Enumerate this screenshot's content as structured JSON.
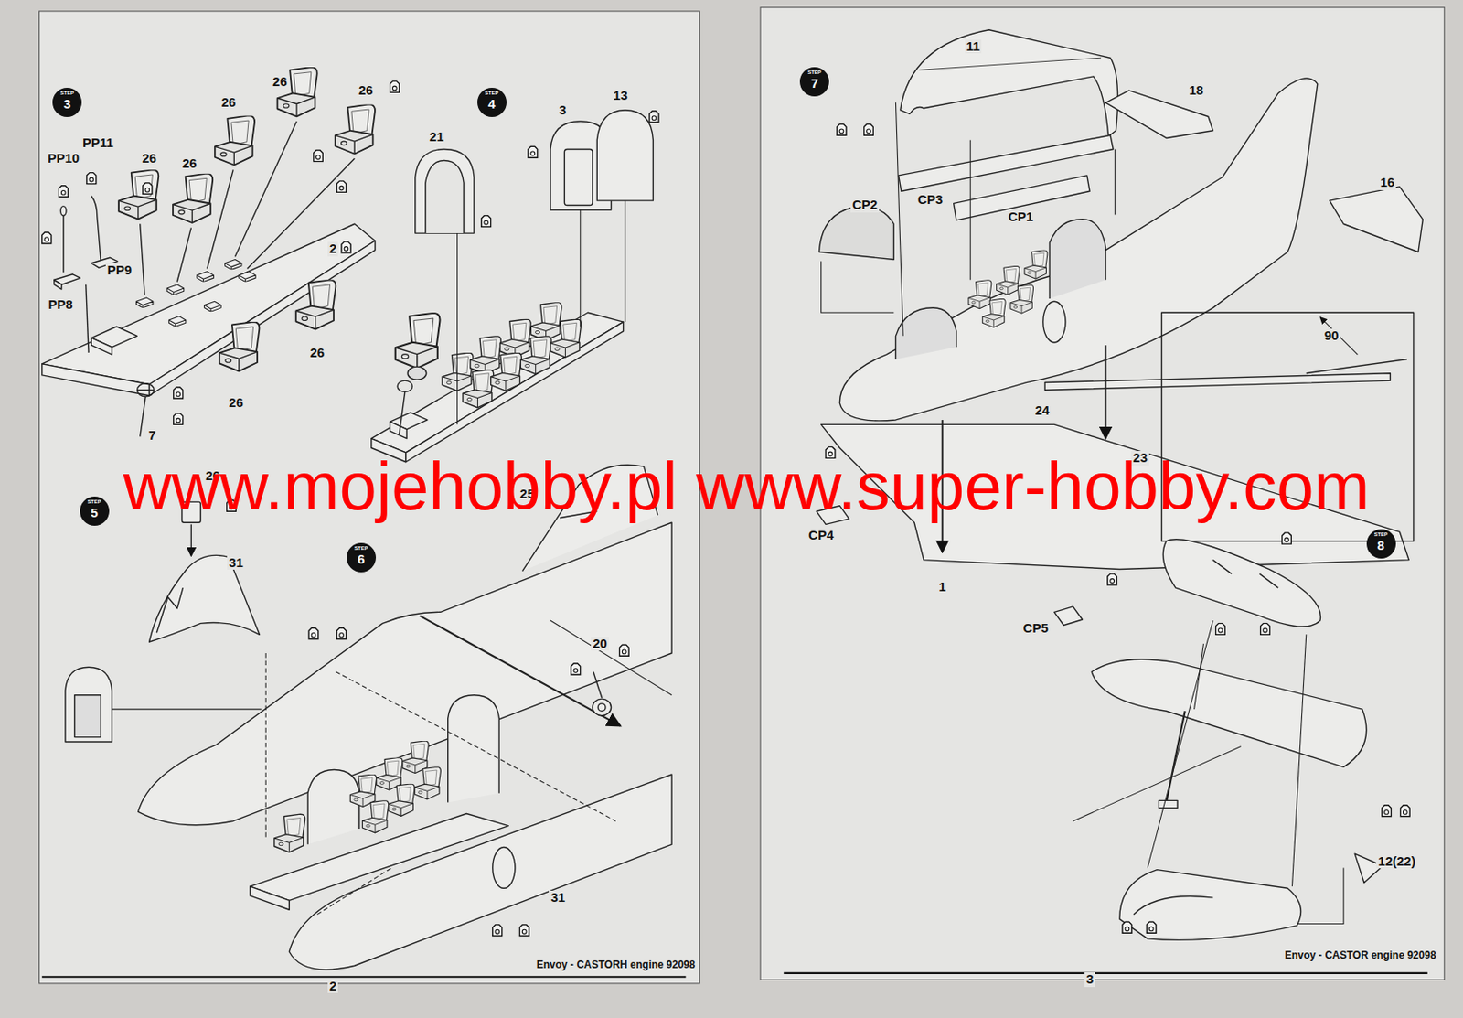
{
  "diagram": {
    "nodes": [
      {
        "text": [
          "STEP",
          "3"
        ]
      },
      {
        "text": [
          "STEP",
          "4"
        ]
      },
      {
        "text": [
          "STEP",
          "5"
        ]
      },
      {
        "text": [
          "STEP",
          "6"
        ]
      },
      {
        "text": [
          "STEP",
          "7"
        ]
      },
      {
        "text": [
          "STEP",
          "8"
        ]
      }
    ],
    "labels": [
      "PP10",
      "PP11",
      "26",
      "26",
      "26",
      "26",
      "26",
      "26",
      "26",
      "PP9",
      "PP8",
      "2",
      "7",
      "21",
      "3",
      "13",
      "26",
      "31",
      "25",
      "20",
      "31",
      "2",
      "Envoy - CASTORH engine 92098",
      "11",
      "18",
      "16",
      "CP2",
      "CP3",
      "CP1",
      "90",
      "24",
      "23",
      "CP4",
      "1",
      "CP5",
      "12(22)",
      "3",
      "Envoy - CASTOR engine 92098",
      "www.mojehobby.pl www.super-hobby.com"
    ]
  }
}
